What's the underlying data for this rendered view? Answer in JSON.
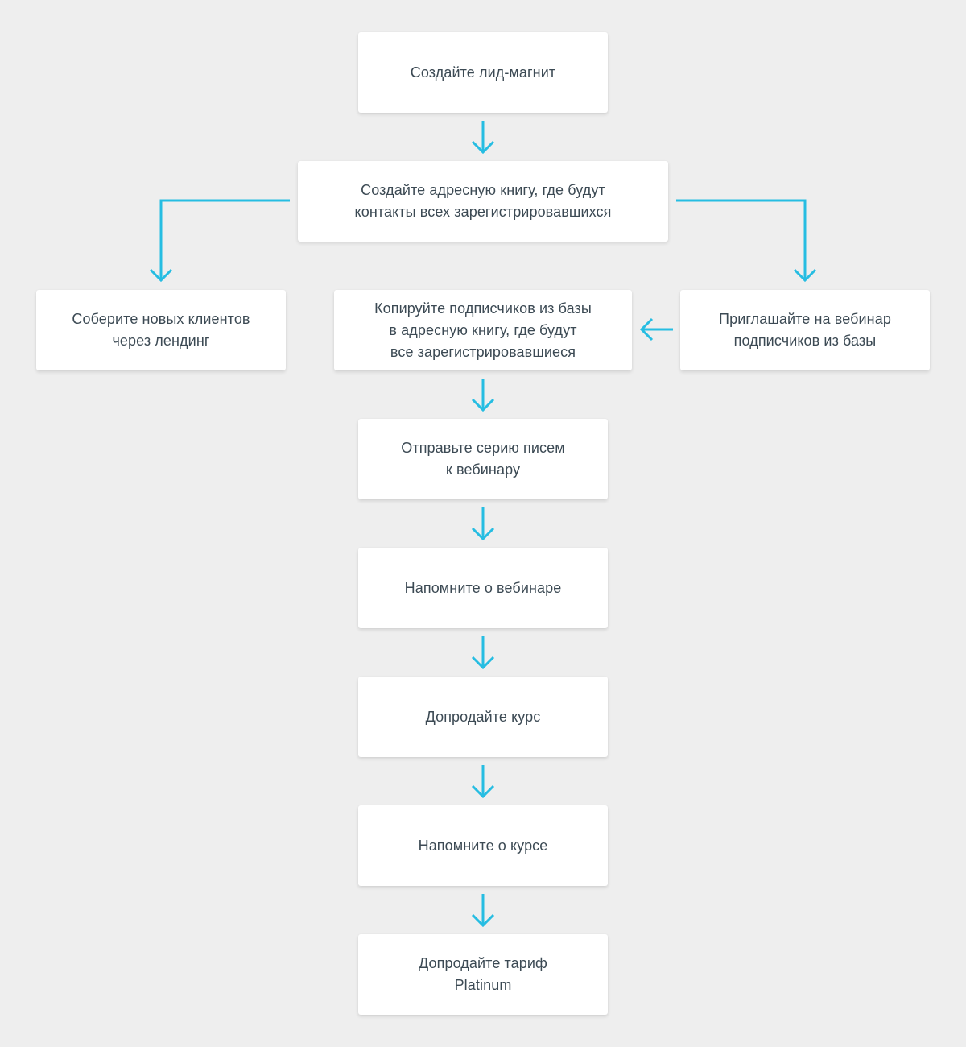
{
  "colors": {
    "background": "#eeeeee",
    "box": "#ffffff",
    "text": "#3c4a54",
    "arrow": "#26bde2"
  },
  "nodes": {
    "lead_magnet": "Создайте лид-магнит",
    "address_book": "Создайте адресную книгу, где будут\nконтакты всех зарегистрировавшихся",
    "landing": "Соберите новых клиентов\nчерез лендинг",
    "copy_subscribers": "Копируйте подписчиков из базы\nв адресную книгу, где будут\nвсе зарегистрировавшиеся",
    "invite": "Приглашайте на вебинар\nподписчиков из базы",
    "send_series": "Отправьте серию писем\nк вебинару",
    "remind_webinar": "Напомните о вебинаре",
    "upsell_course": "Допродайте курс",
    "remind_course": "Напомните о курсе",
    "upsell_platinum": "Допродайте тариф\nPlatinum"
  }
}
